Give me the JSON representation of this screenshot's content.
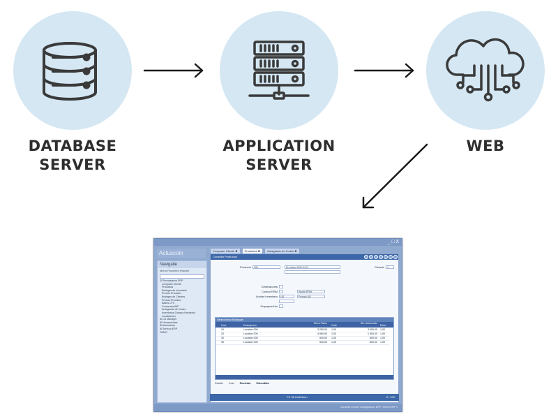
{
  "nodes": [
    {
      "name": "database-server",
      "icon": "database-icon",
      "label_line1": "DATABASE",
      "label_line2": "SERVER"
    },
    {
      "name": "application-server",
      "icon": "server-rack-icon",
      "label_line1": "APPLICATION",
      "label_line2": "SERVER"
    },
    {
      "name": "web",
      "icon": "cloud-network-icon",
      "label_line1": "WEB",
      "label_line2": ""
    }
  ],
  "colors": {
    "circle": "#d4e7f3",
    "icon_stroke": "#3a3a3a",
    "label": "#2e2e2e",
    "arrow": "#1a1a1a"
  },
  "app": {
    "window_controls": "_ □ X",
    "brand": "Actuscoin",
    "nav": {
      "title": "Navigatie",
      "tabs": "Menu   Favorites   Historie",
      "items": [
        {
          "text": "⊟ Rennaisance ERP",
          "top": true
        },
        {
          "text": "Computer Cliente",
          "top": false
        },
        {
          "text": "Productos",
          "top": false
        },
        {
          "text": "Bodegas de Inventario",
          "top": false
        },
        {
          "text": "Precios Producto",
          "top": false
        },
        {
          "text": "Bodegas de Clientes",
          "top": false
        },
        {
          "text": "Precios Producto",
          "top": false
        },
        {
          "text": "Bases CFX",
          "top": false
        },
        {
          "text": "Conversion/MF",
          "top": false
        },
        {
          "text": "Arriagrante de Codes",
          "top": false
        },
        {
          "text": "Inventarios Compra Hesnemo",
          "top": false
        },
        {
          "text": "Localizacion",
          "top": false
        },
        {
          "text": "⊞ CD Manager",
          "top": true
        },
        {
          "text": "⊞ Herramientas",
          "top": true
        },
        {
          "text": "⊞ Administrar",
          "top": true
        },
        {
          "text": "⊞ Servicio ERP",
          "top": true
        },
        {
          "text": "DEMO",
          "top": true
        }
      ]
    },
    "tabs": [
      "Computer Cliente ✖",
      "Productos ✖",
      "Arriagrante de Codes ✖"
    ],
    "main_title": "Consulta Productos",
    "form": {
      "producto_label": "Producto",
      "producto_code": "000",
      "producto_name": "Producto 0000 ACG",
      "pasado_label": "Pasado",
      "pasado_value": "1",
      "dimensiones_label": "Dimensiones",
      "control_label": "Control ERM",
      "control_value": "Single ERM",
      "unidad_label": "Unidad Inventario",
      "unidad_code": "UD",
      "unidad_value": "Promto UD",
      "empaque_label": "Empaque/Um"
    },
    "grid": {
      "title": "Seleccionar Bodegas",
      "columns": [
        "Cod.",
        "Descripcion",
        "Stock Fisico",
        "Cobl.",
        "Stk. Autorizado",
        "Exist."
      ],
      "rows": [
        {
          "cod": "10",
          "desc": "Location 000",
          "stock": "3.250,00",
          "cobl": "1,00",
          "auth": "3.000,00",
          "exist": "1,00"
        },
        {
          "cod": "20",
          "desc": "Location 000",
          "stock": "4.960,00",
          "cobl": "1,00",
          "auth": "1.500,00",
          "exist": "1,00"
        },
        {
          "cod": "30",
          "desc": "Location 000",
          "stock": "500,00",
          "cobl": "1,00",
          "auth": "800,00",
          "exist": "1,00"
        },
        {
          "cod": "30",
          "desc": "Location 000",
          "stock": "500,00",
          "cobl": "1,00",
          "auth": "800,00",
          "exist": "1,00"
        }
      ]
    },
    "subtabs": [
      "Detalle",
      "Cost",
      "Revisión",
      "Extendido"
    ],
    "status": {
      "center": "FC 98 Unit/Noch",
      "right": "0 / 100"
    },
    "footer": "Consulta   Control Configuracion   ERP / Demo ERP 1"
  }
}
